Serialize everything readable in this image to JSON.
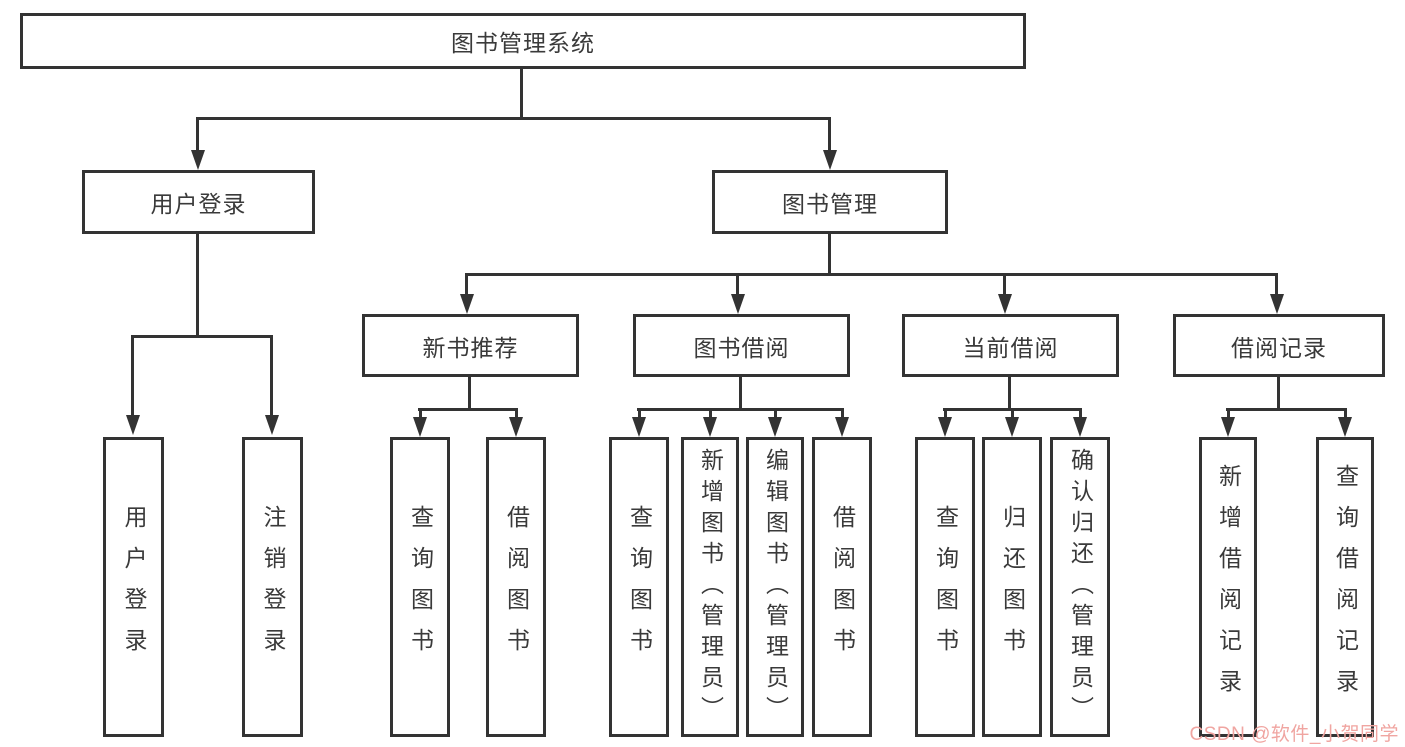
{
  "tree": {
    "label": "图书管理系统",
    "children": [
      {
        "label": "用户登录",
        "children": [
          {
            "label": "用户登录"
          },
          {
            "label": "注销登录"
          }
        ]
      },
      {
        "label": "图书管理",
        "children": [
          {
            "label": "新书推荐",
            "children": [
              {
                "label": "查询图书"
              },
              {
                "label": "借阅图书"
              }
            ]
          },
          {
            "label": "图书借阅",
            "children": [
              {
                "label": "查询图书"
              },
              {
                "label": "新增图书（管理员）"
              },
              {
                "label": "编辑图书（管理员）"
              },
              {
                "label": "借阅图书"
              }
            ]
          },
          {
            "label": "当前借阅",
            "children": [
              {
                "label": "查询图书"
              },
              {
                "label": "归还图书"
              },
              {
                "label": "确认归还（管理员）"
              }
            ]
          },
          {
            "label": "借阅记录",
            "children": [
              {
                "label": "新增借阅记录"
              },
              {
                "label": "查询借阅记录"
              }
            ]
          }
        ]
      }
    ]
  },
  "watermark": {
    "text": "CSDN @软件_小贺同学",
    "color": "#F0A5A1"
  },
  "colors": {
    "line": "#333333",
    "box_border": "#333333",
    "text": "#3A3A3A",
    "background": "#FFFFFF"
  }
}
